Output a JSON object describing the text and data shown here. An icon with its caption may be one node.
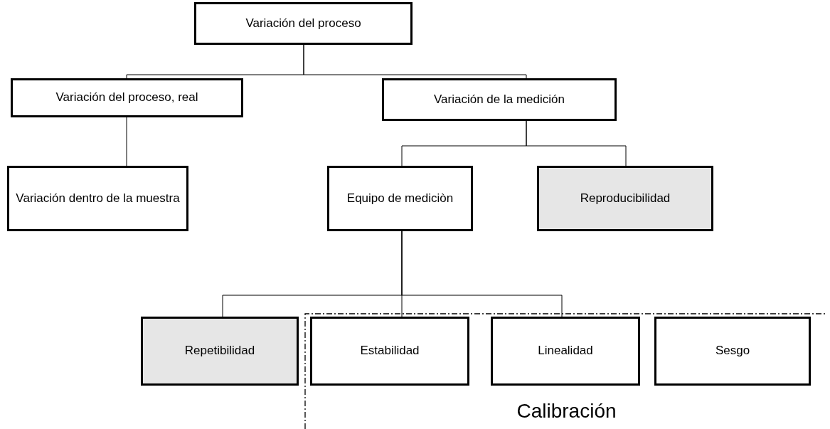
{
  "diagram": {
    "nodes": [
      {
        "text": [
          "Variación del proceso"
        ]
      },
      {
        "text": [
          "Variación del proceso, real"
        ]
      },
      {
        "text": [
          "Variación de la medición"
        ]
      },
      {
        "text": [
          "Variación dentro de la muestra"
        ]
      },
      {
        "text": [
          "Equipo de mediciòn"
        ]
      },
      {
        "text": [
          "Reproducibilidad"
        ]
      },
      {
        "text": [
          "Repetibilidad"
        ]
      },
      {
        "text": [
          "Calibración"
        ]
      },
      {
        "text": [
          "Estabilidad"
        ],
        "in": 7
      },
      {
        "text": [
          "Linealidad"
        ],
        "in": 7
      },
      {
        "text": [
          "Sesgo"
        ],
        "in": 7
      }
    ],
    "edges": [
      {
        "from": 0,
        "to": 1,
        "arrow": "none"
      },
      {
        "from": 0,
        "to": 2,
        "arrow": "none"
      },
      {
        "from": 1,
        "to": 3,
        "arrow": "none"
      },
      {
        "from": 2,
        "to": 4,
        "arrow": "none"
      },
      {
        "from": 2,
        "to": 5,
        "arrow": "none"
      },
      {
        "from": 4,
        "to": 6,
        "arrow": "none"
      },
      {
        "from": 4,
        "to": 8,
        "arrow": "none"
      },
      {
        "from": 4,
        "to": 9,
        "arrow": "none"
      }
    ]
  }
}
